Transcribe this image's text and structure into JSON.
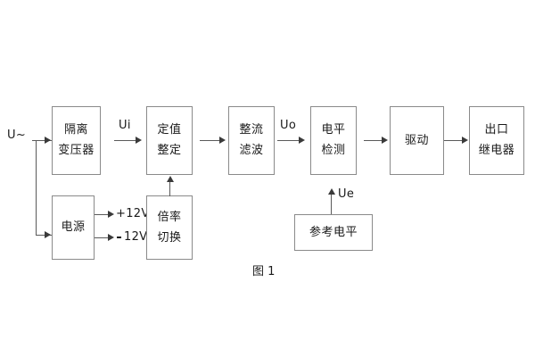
{
  "figure": {
    "caption": "图 1",
    "colors": {
      "background": "#ffffff",
      "block_border": "#8a8a8a",
      "wire": "#5a5a5a",
      "text": "#1a1a1a"
    }
  },
  "chart_data": {
    "type": "diagram",
    "title": "图 1",
    "nodes": [
      {
        "id": "isolation-transformer",
        "label_lines": [
          "隔离",
          "变压器"
        ]
      },
      {
        "id": "setting-value",
        "label_lines": [
          "定值",
          "整定"
        ]
      },
      {
        "id": "rectifier-filter",
        "label_lines": [
          "整流",
          "滤波"
        ]
      },
      {
        "id": "level-detection",
        "label_lines": [
          "电平",
          "检测"
        ]
      },
      {
        "id": "drive",
        "label_lines": [
          "驱动"
        ]
      },
      {
        "id": "output-relay",
        "label_lines": [
          "出口",
          "继电器"
        ]
      },
      {
        "id": "power-supply",
        "label_lines": [
          "电源"
        ]
      },
      {
        "id": "multiplier-switch",
        "label_lines": [
          "倍率",
          "切换"
        ]
      },
      {
        "id": "reference-level",
        "label_lines": [
          "参考电平"
        ]
      }
    ],
    "edges": [
      {
        "from": "input-ac",
        "to": "isolation-transformer",
        "label": ""
      },
      {
        "from": "input-ac",
        "to": "power-supply",
        "label": ""
      },
      {
        "from": "isolation-transformer",
        "to": "setting-value",
        "label": "Ui"
      },
      {
        "from": "setting-value",
        "to": "rectifier-filter",
        "label": ""
      },
      {
        "from": "rectifier-filter",
        "to": "level-detection",
        "label": "Uo"
      },
      {
        "from": "level-detection",
        "to": "drive",
        "label": ""
      },
      {
        "from": "drive",
        "to": "output-relay",
        "label": ""
      },
      {
        "from": "multiplier-switch",
        "to": "setting-value",
        "label": ""
      },
      {
        "from": "reference-level",
        "to": "level-detection",
        "label": "Ue"
      },
      {
        "from": "power-supply",
        "to": "rail-plus-12v",
        "label": "+12V"
      },
      {
        "from": "power-supply",
        "to": "rail-minus-12v",
        "label": "-12V"
      }
    ]
  },
  "blocks": {
    "isolation_transformer": {
      "line1": "隔离",
      "line2": "变压器"
    },
    "setting_value": {
      "line1": "定值",
      "line2": "整定"
    },
    "rectifier_filter": {
      "line1": "整流",
      "line2": "滤波"
    },
    "level_detection": {
      "line1": "电平",
      "line2": "检测"
    },
    "drive": {
      "line1": "驱动"
    },
    "output_relay": {
      "line1": "出口",
      "line2": "继电器"
    },
    "power_supply": {
      "line1": "电源"
    },
    "multiplier_switch": {
      "line1": "倍率",
      "line2": "切换"
    },
    "reference_level": {
      "line1": "参考电平"
    }
  },
  "labels": {
    "input_ac": "U~",
    "signal_ui": "Ui",
    "signal_uo": "Uo",
    "signal_ue": "Ue",
    "rail_pos_12v": "+12V",
    "rail_neg_12v": "12V"
  }
}
